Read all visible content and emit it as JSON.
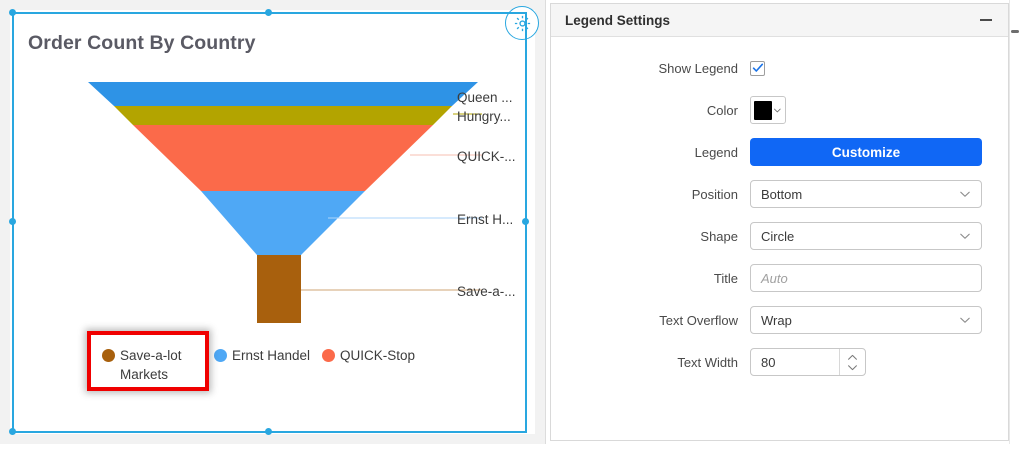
{
  "chart": {
    "title": "Order Count By Country",
    "gear_icon": "gear-icon",
    "data_labels": [
      {
        "text": "Queen ...",
        "color": "#2e93e6"
      },
      {
        "text": "Hungry...",
        "color": "#b3a400"
      },
      {
        "text": "QUICK-...",
        "color": "#fb6a4a"
      },
      {
        "text": "Ernst H...",
        "color": "#4fa8f5"
      },
      {
        "text": "Save-a-...",
        "color": "#a8600d"
      }
    ],
    "legend": [
      {
        "label": "Save-a-lot Markets",
        "color": "#a8600d"
      },
      {
        "label": "Ernst Handel",
        "color": "#4fa8f5"
      },
      {
        "label": "QUICK-Stop",
        "color": "#fb6a4a"
      }
    ]
  },
  "chart_data": {
    "type": "funnel",
    "title": "Order Count By Country",
    "categories": [
      "Queen ...",
      "Hungry...",
      "QUICK-...",
      "Ernst H...",
      "Save-a-..."
    ],
    "colors": [
      "#2e93e6",
      "#b3a400",
      "#fb6a4a",
      "#4fa8f5",
      "#a8600d"
    ],
    "segment_top_widths_pct": [
      100,
      88,
      79,
      39,
      12
    ],
    "segment_bottom_widths_pct": [
      88,
      79,
      39,
      12,
      12
    ],
    "values": [
      100,
      88,
      79,
      39,
      12
    ],
    "legend_position": "Bottom",
    "legend_shape": "Circle",
    "xlabel": "",
    "ylabel": ""
  },
  "panel": {
    "header_title": "Legend Settings",
    "collapse_icon": "minus-icon",
    "rows": {
      "show_legend": {
        "label": "Show Legend",
        "checked": true,
        "check_icon": "check-icon"
      },
      "color": {
        "label": "Color",
        "value": "#000000",
        "chevron_icon": "chevron-down-icon"
      },
      "legend": {
        "label": "Legend",
        "button_label": "Customize"
      },
      "position": {
        "label": "Position",
        "value": "Bottom",
        "chevron_icon": "chevron-down-icon"
      },
      "shape": {
        "label": "Shape",
        "value": "Circle",
        "chevron_icon": "chevron-down-icon"
      },
      "title": {
        "label": "Title",
        "value": "",
        "placeholder": "Auto"
      },
      "text_overflow": {
        "label": "Text Overflow",
        "value": "Wrap",
        "chevron_icon": "chevron-down-icon"
      },
      "text_width": {
        "label": "Text Width",
        "value": "80",
        "stepper_icon": "spinner-arrows-icon"
      }
    }
  },
  "colors": {
    "accent_blue": "#1067f5",
    "selection_cyan": "#29a7e0",
    "annotation_red": "#f00000"
  }
}
